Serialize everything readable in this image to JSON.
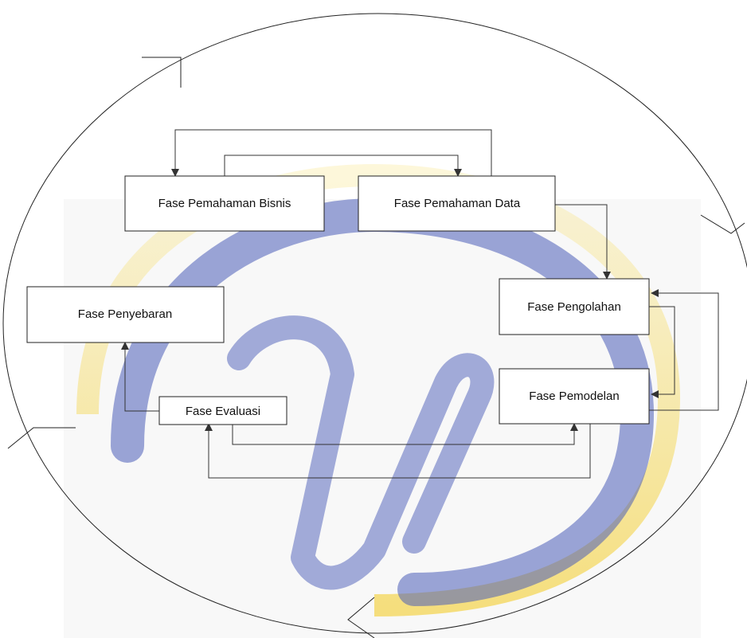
{
  "diagram": {
    "phases": {
      "business": "Fase Pemahaman Bisnis",
      "data": "Fase Pemahaman Data",
      "preparation": "Fase Pengolahan",
      "modeling": "Fase Pemodelan",
      "evaluation": "Fase Evaluasi",
      "deployment": "Fase Penyebaran"
    },
    "colors": {
      "line": "#333333",
      "watermark_blue": "#4a5cb8",
      "watermark_gold": "#f2c400"
    }
  }
}
